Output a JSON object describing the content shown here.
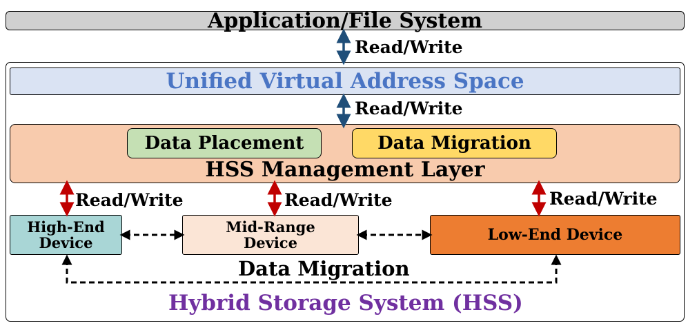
{
  "top_bar": {
    "label": "Application/File System"
  },
  "read_write_top": "Read/Write",
  "hss_container": {
    "title": "Hybrid Storage System (HSS)"
  },
  "uvas": {
    "label": "Unified Virtual Address Space"
  },
  "read_write_mid": "Read/Write",
  "mgmt": {
    "title": "HSS Management Layer",
    "placement": "Data Placement",
    "migration": "Data Migration"
  },
  "rw_high": "Read/Write",
  "rw_mid": "Read/Write",
  "rw_low": "Read/Write",
  "devices": {
    "high": "High-End Device",
    "mid": "Mid-Range Device",
    "low": "Low-End Device"
  },
  "migration_label": "Data Migration",
  "colors": {
    "top_bar": "#d0d0d0",
    "uvas": "#dae3f3",
    "uvas_text": "#4a75c4",
    "mgmt": "#f8cbad",
    "placement": "#c5e0b4",
    "migration_box": "#ffd966",
    "high_end": "#a9d6d6",
    "mid_range": "#fbe5d6",
    "low_end": "#ed7d31",
    "hss_text": "#7030a0",
    "arrow_blue": "#1f4e79",
    "arrow_red": "#c00000"
  }
}
